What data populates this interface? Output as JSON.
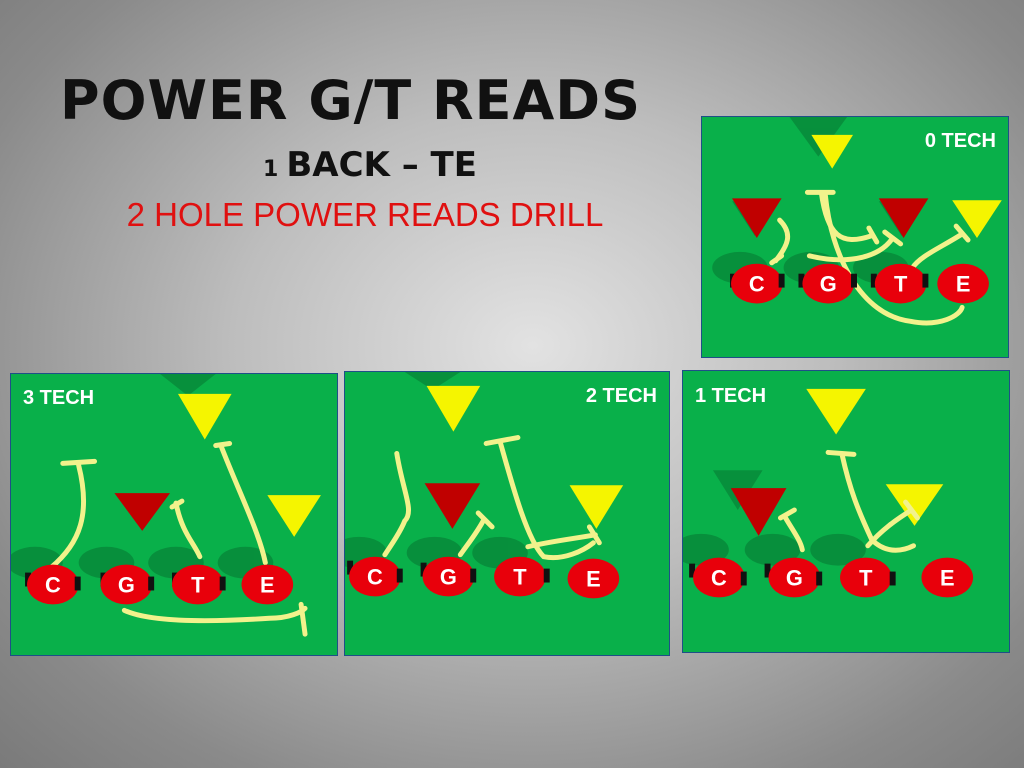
{
  "title": "POWER G/T READS",
  "subtitle": {
    "number": "1",
    "text": "BACK – TE"
  },
  "drill_name": "2 HOLE POWER READS DRILL",
  "colors": {
    "field": "#09b04a",
    "lineman": "#e8000b",
    "defender_dark": "#c00000",
    "defender_light": "#f5f500",
    "route": "#f2f28c"
  },
  "panels": [
    {
      "id": "p0",
      "label": "0 TECH",
      "linemen": [
        "C",
        "G",
        "T",
        "E"
      ]
    },
    {
      "id": "p3",
      "label": "3 TECH",
      "linemen": [
        "C",
        "G",
        "T",
        "E"
      ]
    },
    {
      "id": "p2",
      "label": "2 TECH",
      "linemen": [
        "C",
        "G",
        "T",
        "E"
      ]
    },
    {
      "id": "p1",
      "label": "1 TECH",
      "linemen": [
        "C",
        "G",
        "T",
        "E"
      ]
    }
  ]
}
